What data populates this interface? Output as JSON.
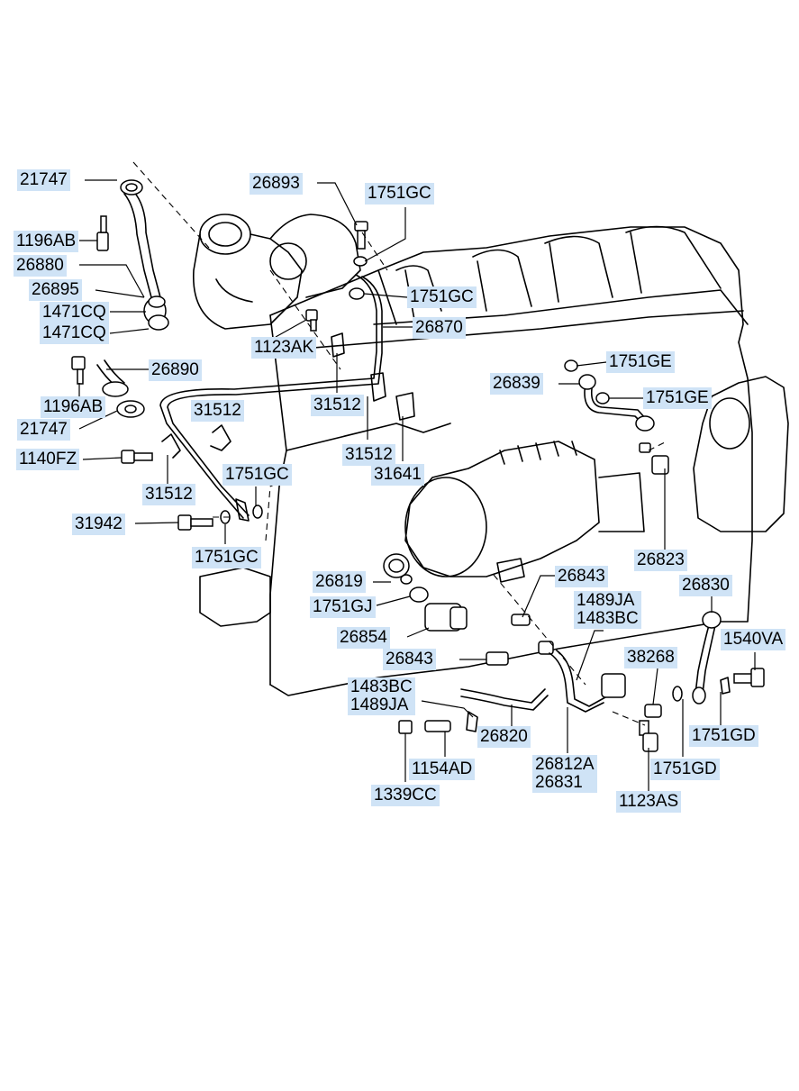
{
  "labels": {
    "p21747_top": "21747",
    "p1196AB_top": "1196AB",
    "p26880": "26880",
    "p26895": "26895",
    "p1471CQ_a": "1471CQ",
    "p1471CQ_b": "1471CQ",
    "p26890": "26890",
    "p1196AB_bot": "1196AB",
    "p21747_bot": "21747",
    "p1140FZ": "1140FZ",
    "p31512_left": "31512",
    "p31512_low": "31512",
    "p31942": "31942",
    "p1751GC_mid": "1751GC",
    "p1751GC_low": "1751GC",
    "p26893": "26893",
    "p1751GC_top": "1751GC",
    "p1751GC_right": "1751GC",
    "p26870": "26870",
    "p1123AK": "1123AK",
    "p31512_center": "31512",
    "p31512_c2": "31512",
    "p31641": "31641",
    "p1751GE_a": "1751GE",
    "p26839": "26839",
    "p1751GE_b": "1751GE",
    "p26823": "26823",
    "p26819": "26819",
    "p1751GJ": "1751GJ",
    "p26854": "26854",
    "p26843_a": "26843",
    "p26843_b": "26843",
    "p1489JA_1483BC": "1489JA\n1483BC",
    "p26830": "26830",
    "p1540VA": "1540VA",
    "p38268": "38268",
    "p1483BC_1489JA": "1483BC\n1489JA",
    "p26820": "26820",
    "p26812A_26831": "26812A\n26831",
    "p1751GD_a": "1751GD",
    "p1751GD_b": "1751GD",
    "p1154AD": "1154AD",
    "p1339CC": "1339CC",
    "p1123AS": "1123AS"
  }
}
